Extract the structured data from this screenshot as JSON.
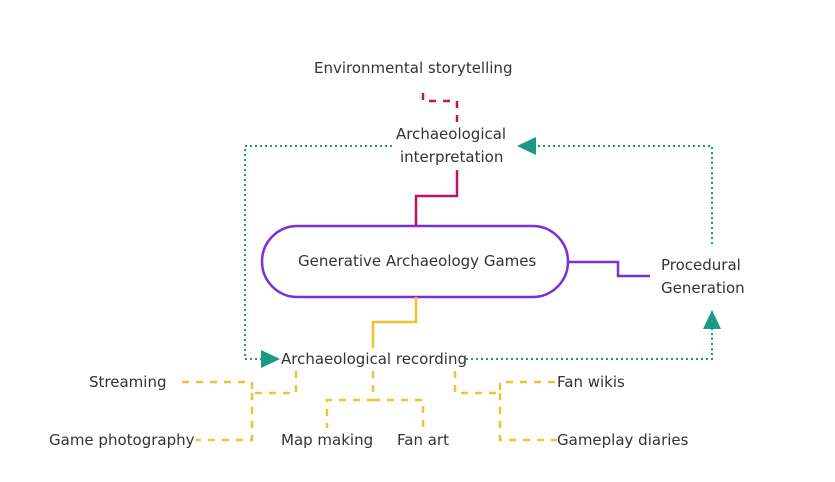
{
  "diagram": {
    "central_node": "Generative Archaeology Games",
    "nodes": {
      "env_storytelling": "Environmental storytelling",
      "arch_interp_line1": "Archaeological",
      "arch_interp_line2": "interpretation",
      "proc_gen_line1": "Procedural",
      "proc_gen_line2": "Generation",
      "arch_recording": "Archaeological recording",
      "streaming": "Streaming",
      "game_photography": "Game photography",
      "map_making": "Map making",
      "fan_art": "Fan art",
      "fan_wikis": "Fan wikis",
      "gameplay_diaries": "Gameplay diaries"
    },
    "colors": {
      "central_border": "#7b2fd6",
      "interpretation_link": "#c2125f",
      "recording_link": "#f2c12e",
      "feedback_loop": "#1a9a80",
      "text": "#333333"
    }
  }
}
